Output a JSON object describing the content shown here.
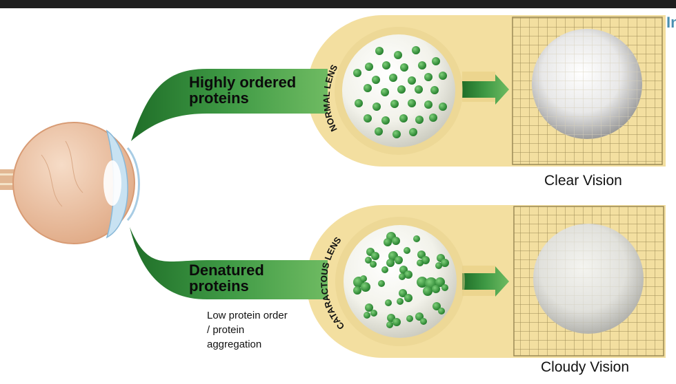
{
  "header": {
    "edge_text": "In"
  },
  "top_path": {
    "protein_label_line1": "Highly ordered",
    "protein_label_line2": "proteins",
    "lens_label": "NORMAL LENS",
    "result_caption": "Clear Vision"
  },
  "bottom_path": {
    "protein_label_line1": "Denatured",
    "protein_label_line2": "proteins",
    "note_line1": "Low protein order",
    "note_line2": "/ protein",
    "note_line3": "aggregation",
    "lens_label": "CATARACTOUS LENS",
    "result_caption": "Cloudy Vision"
  },
  "colors": {
    "band_yellow": "#f3dfa0",
    "protein_green": "#3e9a3a",
    "arrow_green": "#3f9a45",
    "eye_peach": "#efc9ad",
    "grid_line": "#9b8a55",
    "topbar": "#1e1e1e"
  },
  "icons": [
    "eye-icon",
    "lens-sphere-icon",
    "arrow-right-icon",
    "grid-sphere-icon"
  ]
}
